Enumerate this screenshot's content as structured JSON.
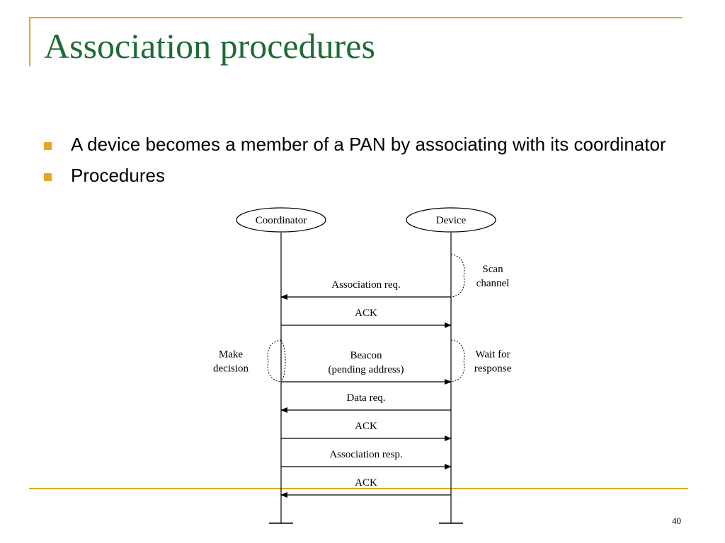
{
  "theme": {
    "accent": "#E0AA1E",
    "title_color": "#1E6B36",
    "bullet_color": "#E0AA1E"
  },
  "slide": {
    "title": "Association procedures",
    "bullets": [
      "A device becomes a member of a PAN by associating with its coordinator",
      "Procedures"
    ],
    "page_number": "40"
  },
  "diagram": {
    "participants": [
      {
        "id": "coordinator",
        "label": "Coordinator"
      },
      {
        "id": "device",
        "label": "Device"
      }
    ],
    "messages": [
      {
        "label": "Association req.",
        "from": "device",
        "to": "coordinator"
      },
      {
        "label": "ACK",
        "from": "coordinator",
        "to": "device"
      },
      {
        "label": "Beacon\n(pending address)",
        "from": "coordinator",
        "to": "device"
      },
      {
        "label": "Data req.",
        "from": "device",
        "to": "coordinator"
      },
      {
        "label": "ACK",
        "from": "coordinator",
        "to": "device"
      },
      {
        "label": "Association resp.",
        "from": "coordinator",
        "to": "device"
      },
      {
        "label": "ACK",
        "from": "device",
        "to": "coordinator"
      }
    ],
    "annotations": [
      {
        "label": "Scan\nchannel",
        "participant": "device",
        "from_message": -1,
        "to_message": 0
      },
      {
        "label": "Make\ndecision",
        "participant": "coordinator",
        "from_message": 1,
        "to_message": 2
      },
      {
        "label": "Wait for\nresponse",
        "participant": "device",
        "from_message": 1,
        "to_message": 2
      }
    ]
  }
}
